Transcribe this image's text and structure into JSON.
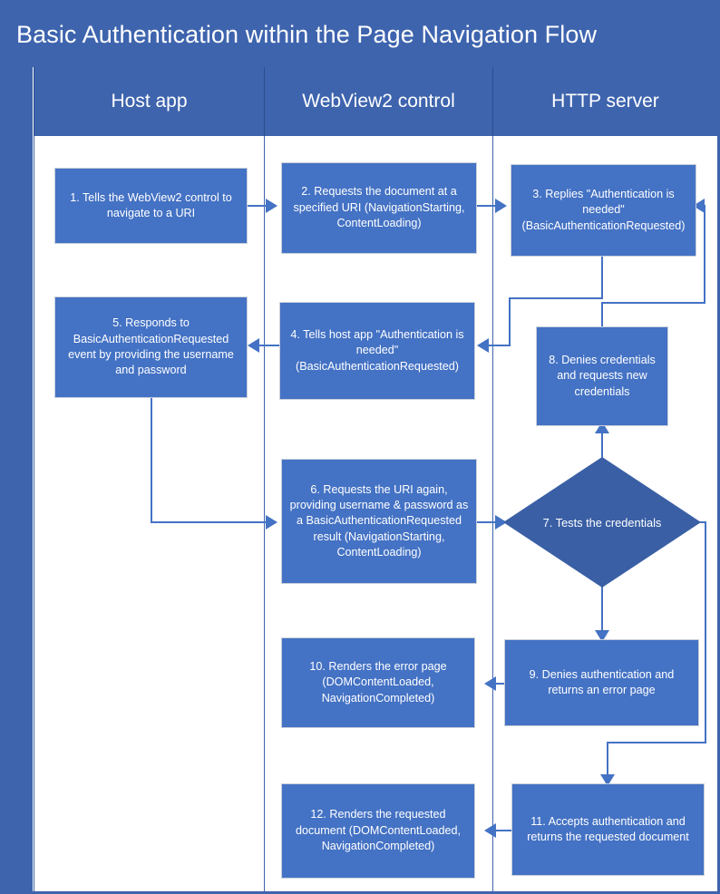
{
  "title": "Basic Authentication within the Page Navigation Flow",
  "columns": [
    {
      "label": "Host app"
    },
    {
      "label": "WebView2 control"
    },
    {
      "label": "HTTP server"
    }
  ],
  "colors": {
    "header_blue": "#3E64AE",
    "node_blue": "#4472C4",
    "decision_blue": "#3A5FA5",
    "connector_blue": "#4472C4",
    "text_white": "#FFFFFF",
    "background": "#FFFFFF"
  },
  "nodes": [
    {
      "id": "1",
      "lane": "Host app",
      "shape": "process",
      "text": "1. Tells the WebView2 control to navigate to a URI"
    },
    {
      "id": "2",
      "lane": "WebView2 control",
      "shape": "process",
      "text": "2. Requests the document at a specified URI (NavigationStarting, ContentLoading)"
    },
    {
      "id": "3",
      "lane": "HTTP server",
      "shape": "process",
      "text": "3. Replies \"Authentication is needed\" (BasicAuthenticationRequested)"
    },
    {
      "id": "4",
      "lane": "WebView2 control",
      "shape": "process",
      "text": "4. Tells host app \"Authentication is needed\" (BasicAuthenticationRequested)"
    },
    {
      "id": "5",
      "lane": "Host app",
      "shape": "process",
      "text": "5. Responds to BasicAuthenticationRequested event by providing the username and password"
    },
    {
      "id": "6",
      "lane": "WebView2 control",
      "shape": "process",
      "text": "6. Requests the URI again, providing  username & password as a BasicAuthenticationRequested result (NavigationStarting, ContentLoading)"
    },
    {
      "id": "7",
      "lane": "HTTP server",
      "shape": "decision",
      "text": "7. Tests the credentials"
    },
    {
      "id": "8",
      "lane": "HTTP server",
      "shape": "process",
      "text": "8. Denies credentials and requests new credentials"
    },
    {
      "id": "9",
      "lane": "HTTP server",
      "shape": "process",
      "text": "9. Denies authentication and returns an error page"
    },
    {
      "id": "10",
      "lane": "WebView2 control",
      "shape": "process",
      "text": "10. Renders the error page (DOMContentLoaded, NavigationCompleted)"
    },
    {
      "id": "11",
      "lane": "HTTP server",
      "shape": "process",
      "text": "11. Accepts authentication and returns the requested document"
    },
    {
      "id": "12",
      "lane": "WebView2 control",
      "shape": "process",
      "text": "12. Renders the requested document (DOMContentLoaded, NavigationCompleted)"
    }
  ],
  "edges": [
    {
      "from": "1",
      "to": "2",
      "direction": "right"
    },
    {
      "from": "2",
      "to": "3",
      "direction": "right"
    },
    {
      "from": "3",
      "to": "4",
      "direction": "left"
    },
    {
      "from": "4",
      "to": "5",
      "direction": "left"
    },
    {
      "from": "5",
      "to": "6",
      "direction": "right"
    },
    {
      "from": "6",
      "to": "7",
      "direction": "right"
    },
    {
      "from": "7",
      "to": "8",
      "direction": "up"
    },
    {
      "from": "8",
      "to": "3",
      "direction": "up"
    },
    {
      "from": "7",
      "to": "9",
      "direction": "down"
    },
    {
      "from": "9",
      "to": "10",
      "direction": "left"
    },
    {
      "from": "7",
      "to": "11",
      "direction": "down"
    },
    {
      "from": "11",
      "to": "12",
      "direction": "left"
    }
  ]
}
